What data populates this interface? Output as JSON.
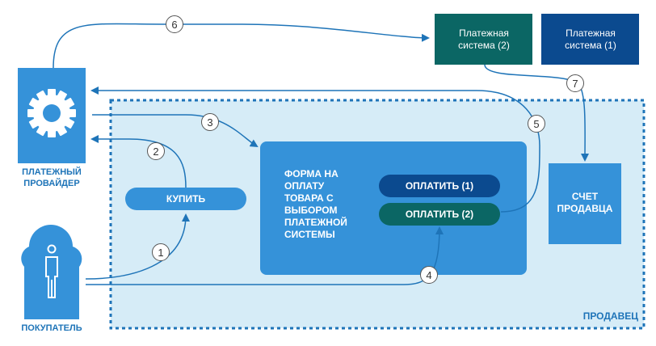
{
  "payment_systems": [
    {
      "label": "Платежная система (2)",
      "color": "#0b6664"
    },
    {
      "label": "Платежная система (1)",
      "color": "#0b4a8f"
    }
  ],
  "provider": {
    "label": "ПЛАТЕЖНЫЙ ПРОВАЙДЕР",
    "icon": "gear-icon"
  },
  "buyer": {
    "label": "ПОКУПАТЕЛЬ",
    "icon": "person-icon"
  },
  "seller_zone": {
    "label": "ПРОДАВЕЦ"
  },
  "buy_button": {
    "label": "КУПИТЬ"
  },
  "payment_form": {
    "label": "ФОРМА НА ОПЛАТУ ТОВАРА С ВЫБОРОМ ПЛАТЕЖНОЙ СИСТЕМЫ",
    "buttons": [
      "ОПЛАТИТЬ (1)",
      "ОПЛАТИТЬ (2)"
    ]
  },
  "seller_account": {
    "label": "СЧЕТ ПРОДАВЦА"
  },
  "steps": [
    "1",
    "2",
    "3",
    "4",
    "5",
    "6",
    "7"
  ],
  "colors": {
    "primary": "#3592d9",
    "zone_fill": "#d6ecf7",
    "dark_blue": "#0b4a8f",
    "dark_teal": "#0b6664",
    "arrow": "#1e74b8"
  }
}
